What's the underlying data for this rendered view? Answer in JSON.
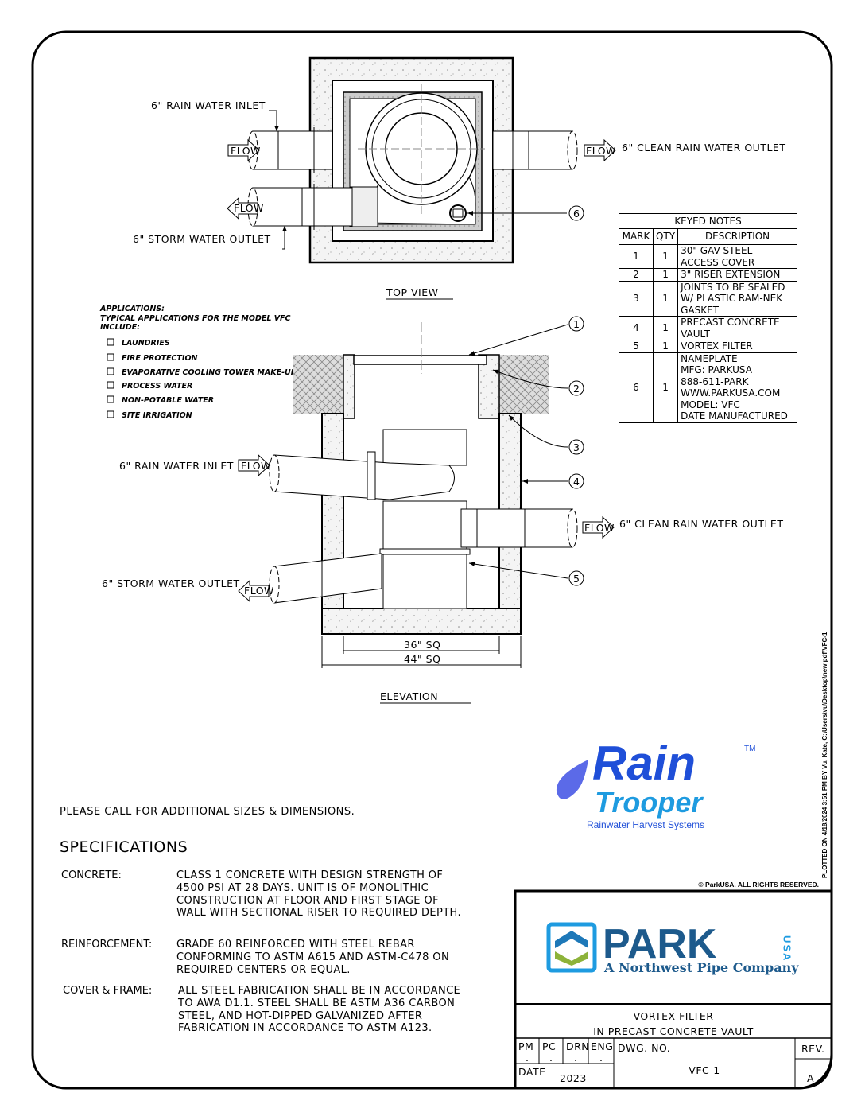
{
  "top_view": {
    "title": "TOP VIEW",
    "rain_inlet": "6\" RAIN WATER INLET",
    "storm_outlet": "6\" STORM WATER OUTLET",
    "clean_outlet": "6\" CLEAN RAIN WATER OUTLET",
    "flow": "FLOW",
    "callout_6": "6"
  },
  "applications": {
    "heading": "APPLICATIONS:",
    "subheading_1": "TYPICAL APPLICATIONS FOR THE MODEL VFC",
    "subheading_2": "INCLUDE:",
    "items": [
      "LAUNDRIES",
      "FIRE PROTECTION",
      "EVAPORATIVE COOLING TOWER MAKE-UP",
      "PROCESS WATER",
      "NON-POTABLE WATER",
      "SITE IRRIGATION"
    ]
  },
  "keyed_notes": {
    "title": "KEYED NOTES",
    "headers": [
      "MARK",
      "QTY",
      "DESCRIPTION"
    ],
    "rows": [
      {
        "mark": "1",
        "qty": "1",
        "desc": "30\" GAV STEEL\nACCESS COVER"
      },
      {
        "mark": "2",
        "qty": "1",
        "desc": "3\" RISER EXTENSION"
      },
      {
        "mark": "3",
        "qty": "1",
        "desc": "JOINTS TO BE SEALED\nW/ PLASTIC RAM-NEK\nGASKET"
      },
      {
        "mark": "4",
        "qty": "1",
        "desc": "PRECAST CONCRETE\nVAULT"
      },
      {
        "mark": "5",
        "qty": "1",
        "desc": "VORTEX FILTER"
      },
      {
        "mark": "6",
        "qty": "1",
        "desc": "NAMEPLATE\nMFG: PARKUSA\n888-611-PARK\nWWW.PARKUSA.COM\nMODEL: VFC\nDATE MANUFACTURED"
      }
    ]
  },
  "elevation": {
    "title": "ELEVATION",
    "rain_inlet": "6\" RAIN WATER INLET",
    "storm_outlet": "6\" STORM WATER OUTLET",
    "clean_outlet": "6\" CLEAN RAIN WATER OUTLET",
    "flow": "FLOW",
    "dim_inner": "36\" SQ",
    "dim_outer": "44\" SQ",
    "callouts": [
      "1",
      "2",
      "3",
      "4",
      "5"
    ]
  },
  "note": "PLEASE CALL FOR ADDITIONAL SIZES & DIMENSIONS.",
  "specifications": {
    "title": "SPECIFICATIONS",
    "items": [
      {
        "label": "CONCRETE:",
        "text": "CLASS 1 CONCRETE WITH DESIGN STRENGTH OF 4500 PSI AT 28 DAYS.  UNIT IS OF MONOLITHIC CONSTRUCTION AT FLOOR AND FIRST STAGE OF WALL WITH SECTIONAL RISER TO REQUIRED DEPTH."
      },
      {
        "label": "REINFORCEMENT:",
        "text": "GRADE 60 REINFORCED WITH STEEL REBAR CONFORMING TO ASTM A615 AND ASTM-C478 ON REQUIRED CENTERS OR EQUAL."
      },
      {
        "label": "COVER & FRAME:",
        "text": "ALL STEEL FABRICATION SHALL BE IN ACCORDANCE TO AWA D1.1. STEEL SHALL BE ASTM A36 CARBON STEEL, AND HOT-DIPPED GALVANIZED AFTER FABRICATION IN ACCORDANCE TO ASTM A123."
      }
    ]
  },
  "rain_trooper_logo": {
    "line1": "Rain",
    "line2": "Trooper",
    "tm": "TM",
    "tagline": "Rainwater Harvest Systems"
  },
  "copyright": "© ParkUSA. ALL RIGHTS RESERVED.",
  "plot_stamp": "PLOTTED ON 4/18/2024 3:51 PM BY Vu, Kate, C:\\Users\\vu\\Desktop\\new pdf\\VFC-1",
  "title_block": {
    "logo": {
      "name": "PARK",
      "usa": "USA",
      "tagline": "A Northwest Pipe Company"
    },
    "title": "VORTEX FILTER",
    "subtitle": "IN PRECAST CONCRETE VAULT",
    "pm_label": "PM",
    "pc_label": "PC",
    "drn_label": "DRN",
    "eng_label": "ENG",
    "pm": ".",
    "pc": ".",
    "drn": ".",
    "eng": ".",
    "date_label": "DATE",
    "date": "2023",
    "dwg_label": "DWG. NO.",
    "dwg_no": "VFC-1",
    "rev_label": "REV.",
    "rev": "A"
  },
  "colors": {
    "blue_logo": "#1f4fd8",
    "light_blue": "#1e9be0",
    "park_blue": "#1d5a8c",
    "park_green": "#8db33a"
  }
}
